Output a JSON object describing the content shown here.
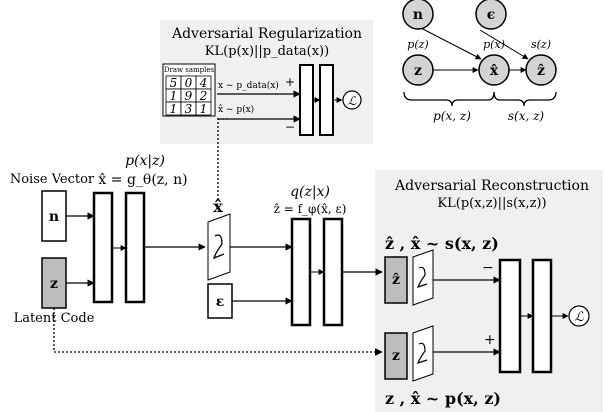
{
  "panels": {
    "adv_reg": {
      "title": "Adversarial Regularization",
      "kl": "KL(p(x)||p_data(x))"
    },
    "adv_rec": {
      "title": "Adversarial Reconstruction",
      "kl": "KL(p(x,z)||s(x,z))"
    }
  },
  "draw_samples": {
    "label": "Draw samples",
    "digits": [
      "5",
      "0",
      "4",
      "1",
      "9",
      "2",
      "1",
      "3",
      "1"
    ]
  },
  "inputs": {
    "noise_vector": "Noise Vector",
    "latent_code": "Latent Code",
    "n": "n",
    "z": "z",
    "eps": "ε"
  },
  "generator": {
    "title": "p(x|z)",
    "formula": "x̂ = g_θ(z, n)"
  },
  "encoder": {
    "title": "q(z|x)",
    "formula": "ẑ = f_φ(x̂, ε)"
  },
  "xhat": "x̂",
  "reg_arrows": {
    "real": "x ~ p_data(x)",
    "fake": "x̂ ~ p(x)",
    "plus": "+",
    "minus": "−"
  },
  "rec_labels": {
    "top": "ẑ , x̂ ~ s(x, z)",
    "bottom": "z , x̂ ~ p(x, z)",
    "minus": "−",
    "plus": "+",
    "zhat": "ẑ",
    "z": "z"
  },
  "graph": {
    "nodes": {
      "n": "n",
      "eps": "ϵ",
      "z": "z",
      "x": "x̂",
      "zhat": "ẑ"
    },
    "labels": {
      "pz": "p(z)",
      "px": "p(x)",
      "sz": "s(z)"
    },
    "braces": {
      "left": "p(x, z)",
      "right": "s(x, z)"
    }
  },
  "loss_icon": "ℒ"
}
